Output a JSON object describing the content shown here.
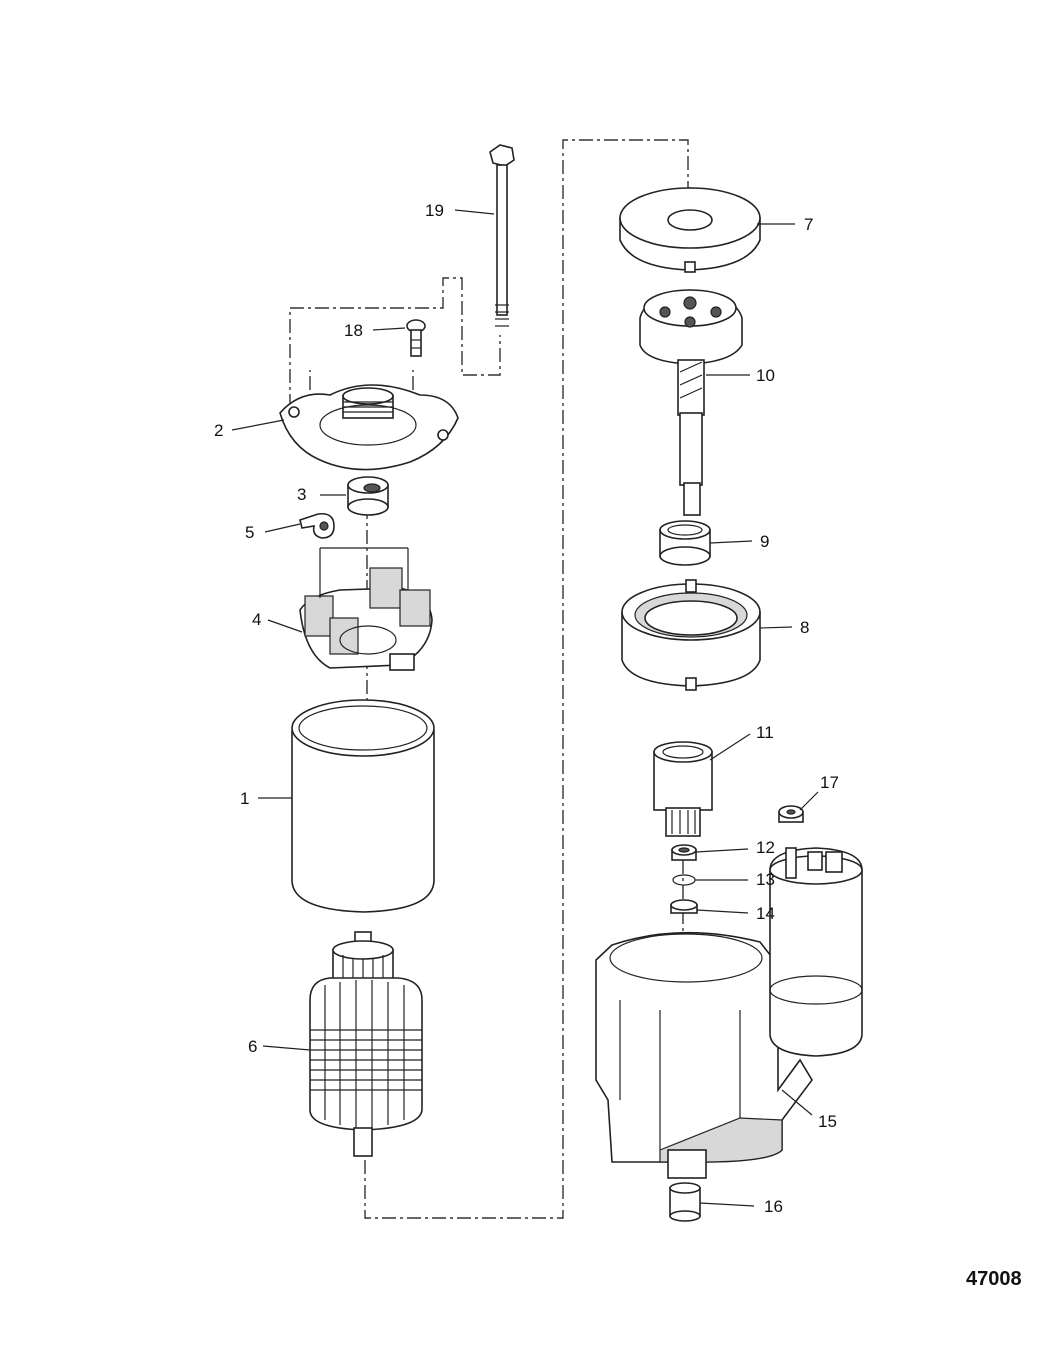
{
  "figure_number": "47008",
  "callouts": [
    {
      "id": "c1",
      "text": "1"
    },
    {
      "id": "c2",
      "text": "2"
    },
    {
      "id": "c3",
      "text": "3"
    },
    {
      "id": "c4",
      "text": "4"
    },
    {
      "id": "c5",
      "text": "5"
    },
    {
      "id": "c6",
      "text": "6"
    },
    {
      "id": "c7",
      "text": "7"
    },
    {
      "id": "c8",
      "text": "8"
    },
    {
      "id": "c9",
      "text": "9"
    },
    {
      "id": "c10",
      "text": "10"
    },
    {
      "id": "c11",
      "text": "11"
    },
    {
      "id": "c12",
      "text": "12"
    },
    {
      "id": "c13",
      "text": "13"
    },
    {
      "id": "c14",
      "text": "14"
    },
    {
      "id": "c15",
      "text": "15"
    },
    {
      "id": "c16",
      "text": "16"
    },
    {
      "id": "c17",
      "text": "17"
    },
    {
      "id": "c18",
      "text": "18"
    },
    {
      "id": "c19",
      "text": "19"
    }
  ]
}
